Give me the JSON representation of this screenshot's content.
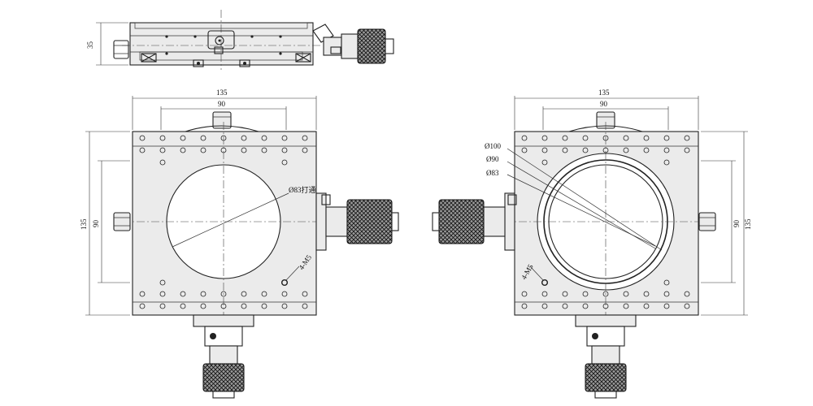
{
  "labels": {
    "top_height": "35",
    "left_width_135": "135",
    "left_width_90": "90",
    "left_height_135": "135",
    "left_height_90": "90",
    "left_through_hole": "Ø83打通",
    "left_thread": "4-M5",
    "right_width_135": "135",
    "right_width_90": "90",
    "right_height_135": "135",
    "right_height_90": "90",
    "right_d100": "Ø100",
    "right_d90": "Ø90",
    "right_d83": "Ø83",
    "right_thread": "4-M5"
  },
  "colors": {
    "line": "#222222",
    "body_fill": "#ebebeb",
    "background": "#ffffff"
  },
  "icons": {
    "micrometer": "micrometer-knob-icon",
    "screw": "hex-screw-icon"
  }
}
